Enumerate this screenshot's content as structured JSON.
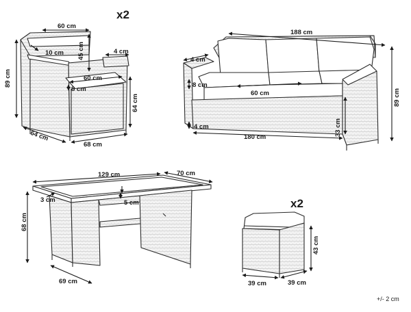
{
  "chair": {
    "quantity": "x2",
    "dims": {
      "backrest_width": "60 cm",
      "armrest_top": "10 cm",
      "backrest_height": "45 cm",
      "armrest_width": "4 cm",
      "total_height": "89 cm",
      "seat_width": "60 cm",
      "cushion_thickness": "8 cm",
      "seat_height": "64 cm",
      "depth": "64 cm",
      "width": "68 cm"
    }
  },
  "sofa": {
    "dims": {
      "total_width": "188 cm",
      "armrest_width": "4 cm",
      "cushion_thickness": "8 cm",
      "seat_width": "60 cm",
      "total_height": "89 cm",
      "feet_height": "4 cm",
      "seat_span": "180 cm",
      "seat_height": "33 cm"
    }
  },
  "table": {
    "dims": {
      "length": "129 cm",
      "width": "70 cm",
      "top_thickness": "3 cm",
      "top_inset": "5 cm",
      "height": "68 cm",
      "depth": "69 cm"
    }
  },
  "stool": {
    "quantity": "x2",
    "dims": {
      "height": "43 cm",
      "width": "39 cm",
      "depth": "39 cm"
    }
  },
  "tolerance": "+/- 2 cm"
}
